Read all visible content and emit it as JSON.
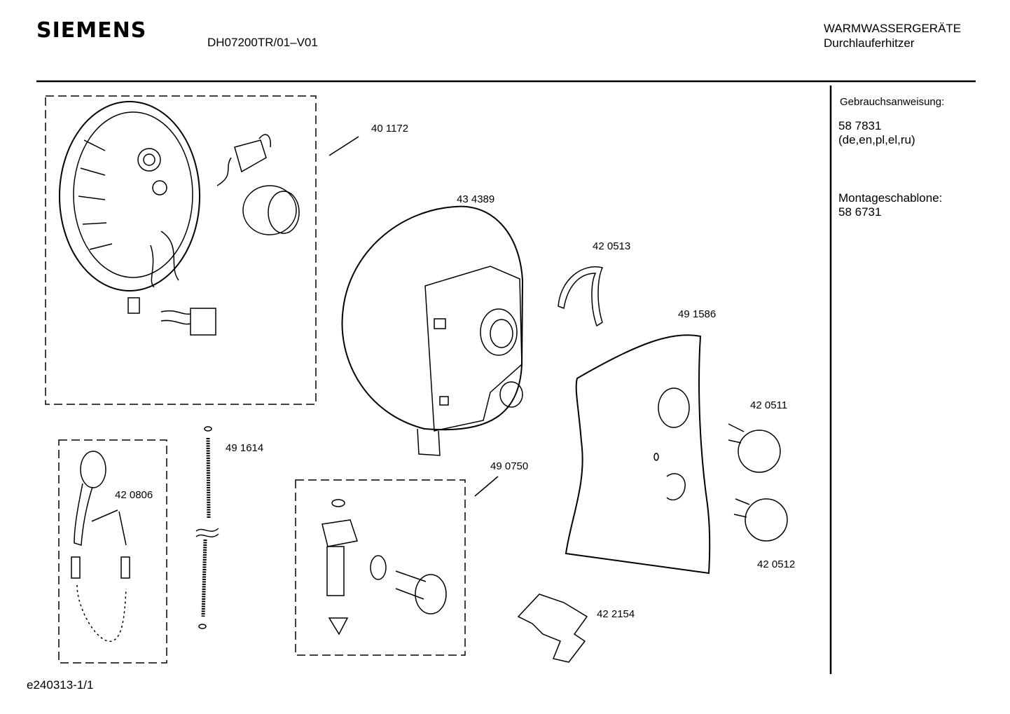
{
  "header": {
    "brand": "SIEMENS",
    "model": "DH07200TR/01–V01",
    "category_line1": "WARMWASSERGERÄTE",
    "category_line2": "Durchlauferhitzer"
  },
  "sidebar": {
    "manual_label": "Gebrauchsanweisung:",
    "manual_number": "58 7831",
    "manual_languages": "(de,en,pl,el,ru)",
    "template_label": "Montageschablone:",
    "template_number": "58 6731"
  },
  "parts": {
    "p401172": "40 1172",
    "p434389": "43 4389",
    "p420513": "42 0513",
    "p491586": "49 1586",
    "p420511": "42 0511",
    "p420512": "42 0512",
    "p491614": "49 1614",
    "p420806": "42 0806",
    "p490750": "49 0750",
    "p422154": "42 2154"
  },
  "footer": {
    "doc_id": "e240313-1/1"
  }
}
